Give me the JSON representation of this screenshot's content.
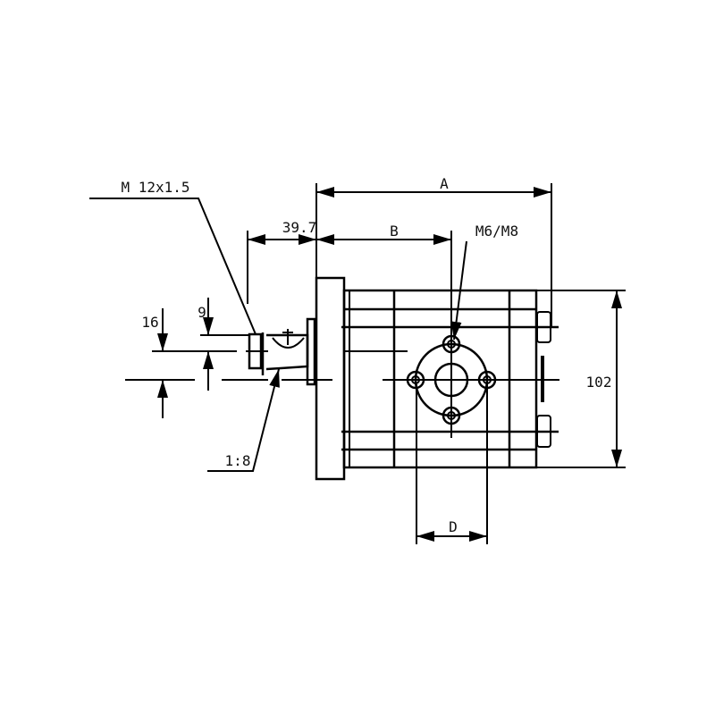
{
  "drawing": {
    "labels": {
      "thread": "M 12x1.5",
      "dim_shaft_length": "39.7",
      "dim_a": "A",
      "dim_b": "B",
      "bolt_thread": "M6/M8",
      "dim_height": "102",
      "dim_16": "16",
      "dim_9": "9",
      "taper": "1:8",
      "dim_d": "D"
    },
    "line_color": "#000000",
    "background": "#ffffff"
  }
}
